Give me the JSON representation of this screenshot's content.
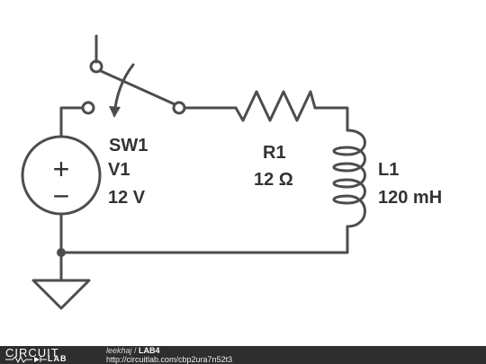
{
  "schematic": {
    "switch": {
      "ref": "SW1"
    },
    "source": {
      "ref": "V1",
      "value": "12 V",
      "plus": "+",
      "minus": "−"
    },
    "resistor": {
      "ref": "R1",
      "value": "12 Ω"
    },
    "inductor": {
      "ref": "L1",
      "value": "120 mH"
    }
  },
  "footer": {
    "logo_word": "CIRCUIT",
    "logo_lab": "LAB",
    "user": "leekhaj",
    "separator": " / ",
    "project": "LAB4",
    "url": "http://circuitlab.com/cbp2ura7n52t3"
  },
  "colors": {
    "wire": "#4d4d4d",
    "label": "#333333",
    "footer_bg": "#2e2e2e"
  }
}
